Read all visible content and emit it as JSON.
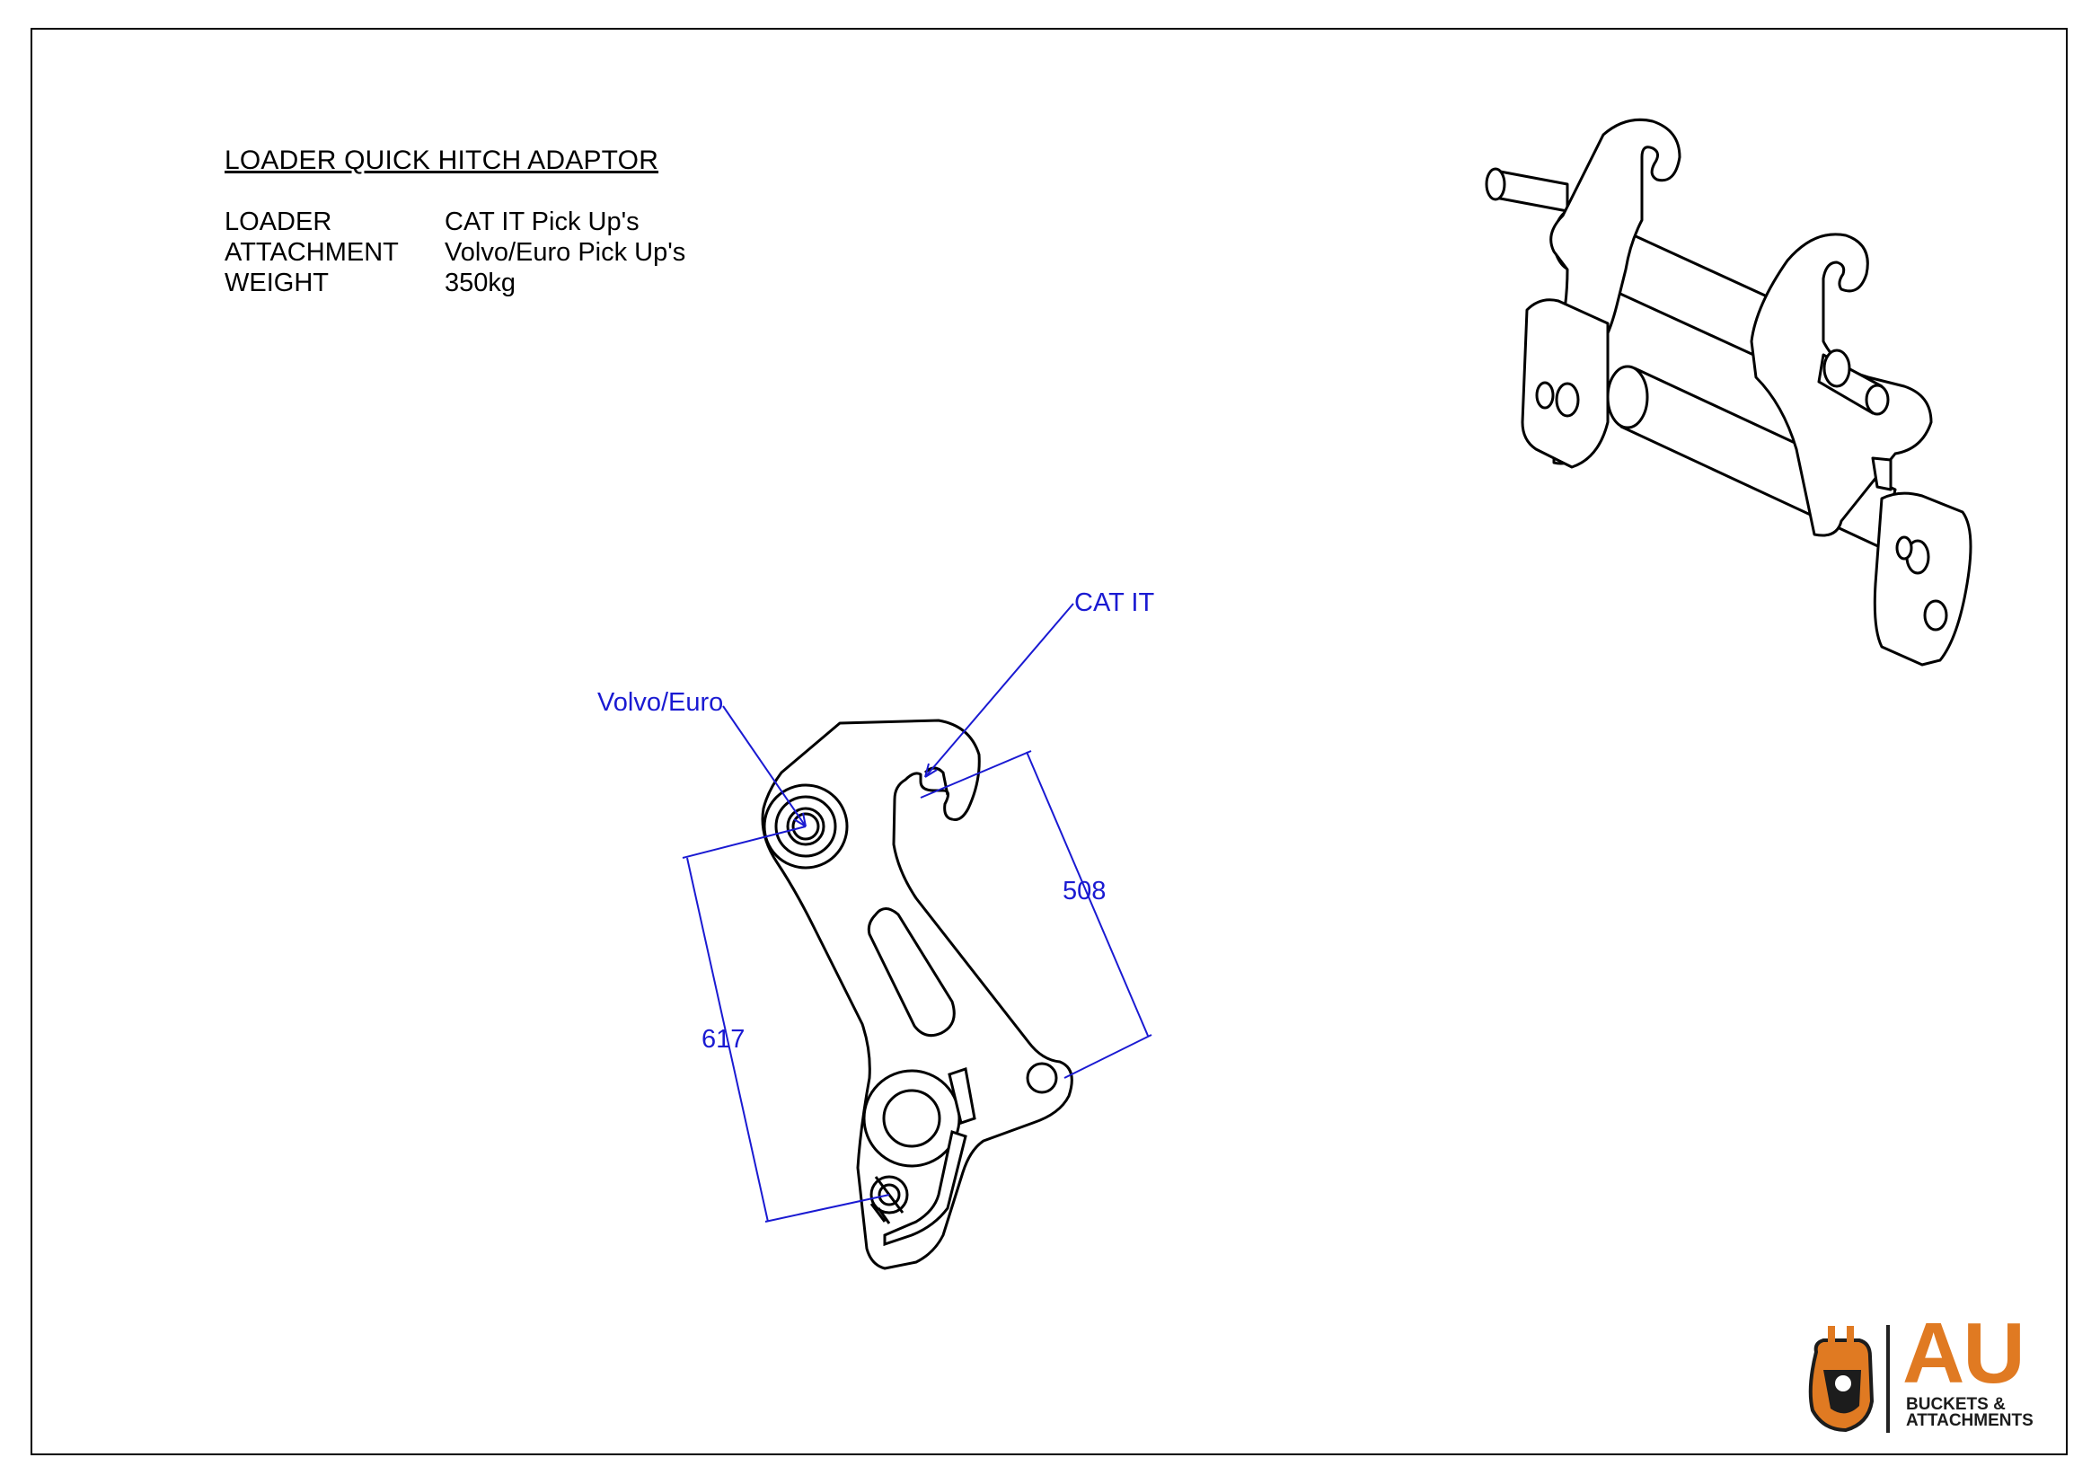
{
  "title": "LOADER QUICK HITCH ADAPTOR",
  "specs": [
    {
      "label": "LOADER",
      "value": "CAT IT Pick Up's"
    },
    {
      "label": "ATTACHMENT",
      "value": "Volvo/Euro Pick Up's"
    },
    {
      "label": "WEIGHT",
      "value": "350kg"
    }
  ],
  "annotations": {
    "cat_it": "CAT IT",
    "volvo_euro": "Volvo/Euro",
    "dim_508": "508",
    "dim_617": "617"
  },
  "logo": {
    "brand": "AU",
    "line1": "BUCKETS &",
    "line2": "ATTACHMENTS"
  },
  "colors": {
    "dimension": "#1a1ad2",
    "brand_orange": "#e07a22",
    "line": "#000000"
  }
}
